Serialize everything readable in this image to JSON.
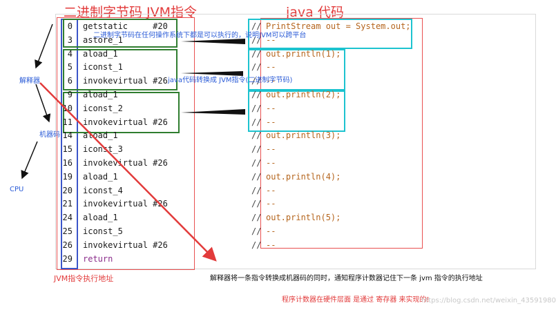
{
  "titles": {
    "bytecode": "二进制字节码 JVM指令",
    "java": "java 代码"
  },
  "rows": [
    {
      "ln": "0",
      "instr": "getstatic     #20",
      "cmt": "//",
      "code": "PrintStream out = System.out;"
    },
    {
      "ln": "3",
      "instr": "astore_1",
      "cmt": "//",
      "code": "--"
    },
    {
      "ln": "4",
      "instr": "aload_1",
      "cmt": "//",
      "code": "out.println(1);"
    },
    {
      "ln": "5",
      "instr": "iconst_1",
      "cmt": "//",
      "code": "--"
    },
    {
      "ln": "6",
      "instr": "invokevirtual #26",
      "cmt": "//",
      "code": "--"
    },
    {
      "ln": "9",
      "instr": "aload_1",
      "cmt": "//",
      "code": "out.println(2);"
    },
    {
      "ln": "10",
      "instr": "iconst_2",
      "cmt": "//",
      "code": "--"
    },
    {
      "ln": "11",
      "instr": "invokevirtual #26",
      "cmt": "//",
      "code": "--"
    },
    {
      "ln": "14",
      "instr": "aload_1",
      "cmt": "//",
      "code": "out.println(3);"
    },
    {
      "ln": "15",
      "instr": "iconst_3",
      "cmt": "//",
      "code": "--"
    },
    {
      "ln": "16",
      "instr": "invokevirtual #26",
      "cmt": "//",
      "code": "--"
    },
    {
      "ln": "19",
      "instr": "aload_1",
      "cmt": "//",
      "code": "out.println(4);"
    },
    {
      "ln": "20",
      "instr": "iconst_4",
      "cmt": "//",
      "code": "--"
    },
    {
      "ln": "21",
      "instr": "invokevirtual #26",
      "cmt": "//",
      "code": "--"
    },
    {
      "ln": "24",
      "instr": "aload_1",
      "cmt": "//",
      "code": "out.println(5);"
    },
    {
      "ln": "25",
      "instr": "iconst_5",
      "cmt": "//",
      "code": "--"
    },
    {
      "ln": "26",
      "instr": "invokevirtual #26",
      "cmt": "//",
      "code": "--"
    },
    {
      "ln": "29",
      "instr": "return",
      "cmt": "",
      "code": ""
    }
  ],
  "annotations": {
    "platform_note": "二进制字节码在任何操作系统下都是可以执行的，说明JVM可以跨平台",
    "convert_note": "java代码转换成 JVM指令(二进制字节码)",
    "interpreter": "解释器",
    "machine_code": "机器码",
    "cpu": "CPU",
    "addr_label": "JVM指令执行地址",
    "interpreter_note": "解释器将一条指令转换成机器码的同时，通知程序计数器记住下一条 jvm 指令的执行地址",
    "pc_note": "程序计数器在硬件层面 是通过 寄存器 来实现的!",
    "watermark": "https://blog.csdn.net/weixin_43591980"
  },
  "colors": {
    "red": "#e23b3b",
    "green": "#2f7d2f",
    "cyan": "#1cc3cf",
    "blue": "#2a5bd7",
    "java_code": "#b5651d"
  }
}
